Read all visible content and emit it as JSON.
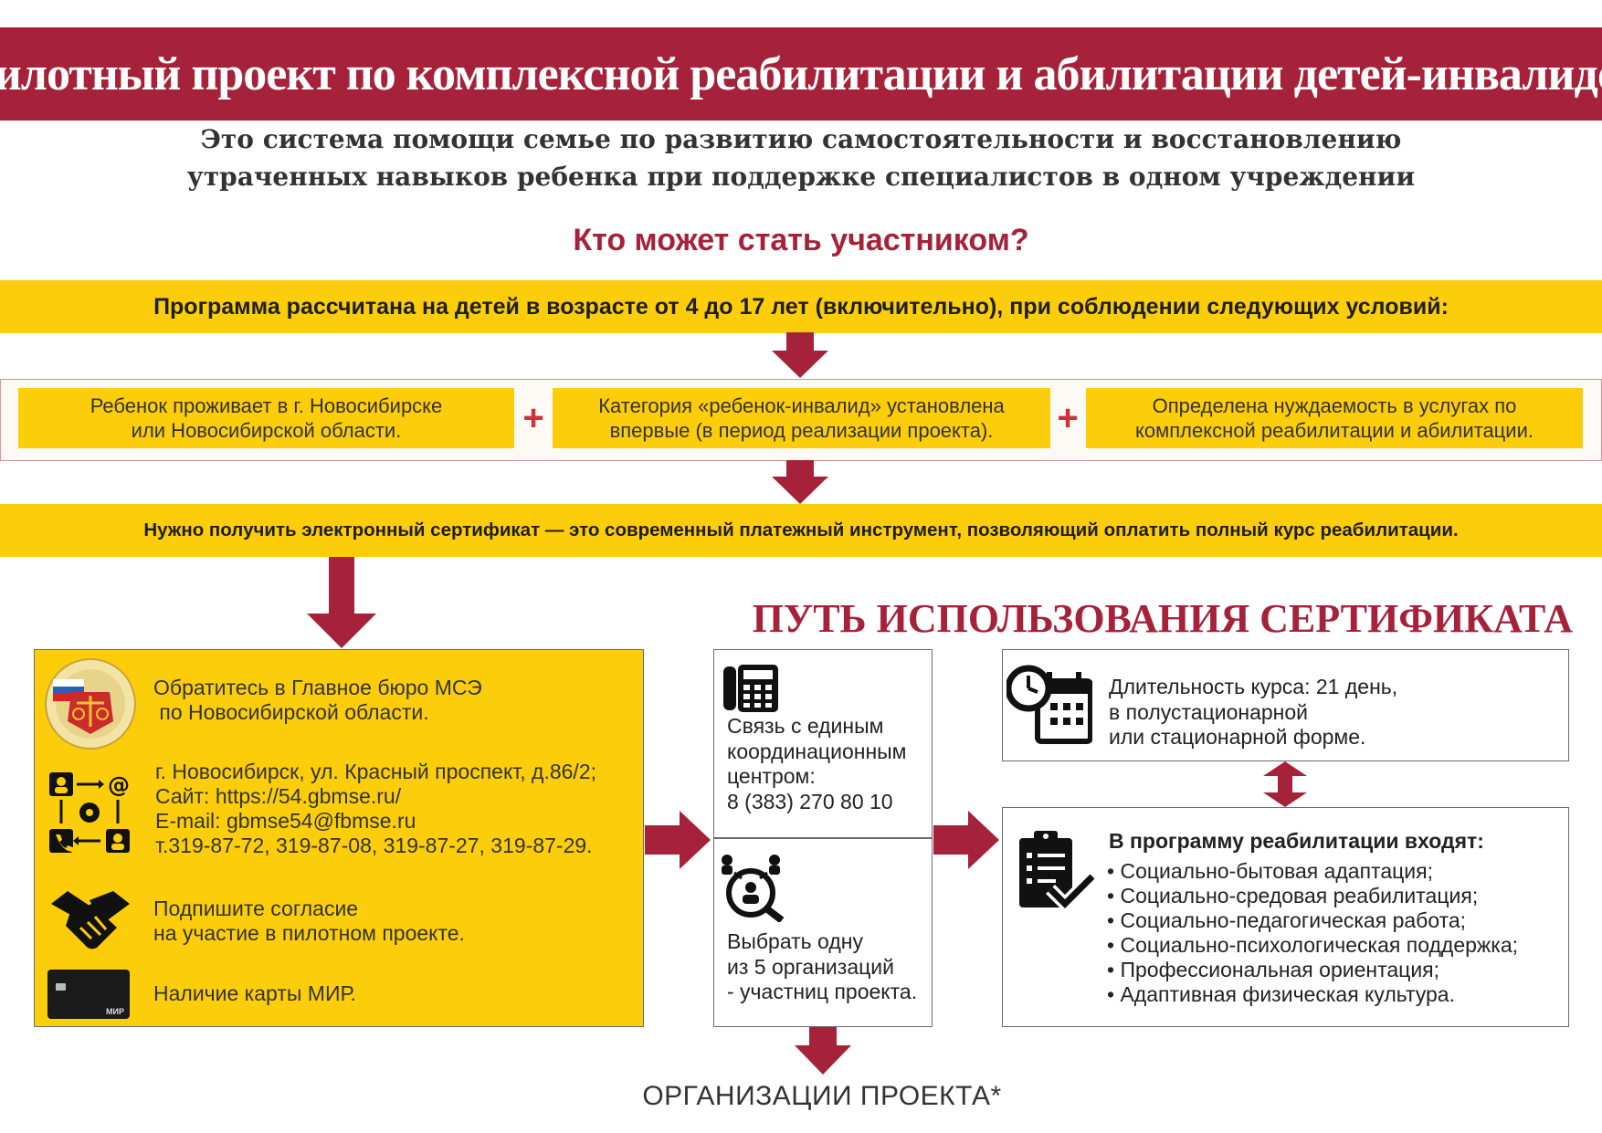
{
  "header": {
    "title": "Пилотный проект по комплексной реабилитации и абилитации детей-инвалидов",
    "subtitle_line1": "Это система помощи семье по развитию самостоятельности и восстановлению",
    "subtitle_line2": "утраченных навыков ребенка при поддержке специалистов в одном учреждении"
  },
  "participants": {
    "question": "Кто может стать участником?",
    "program_banner": "Программа рассчитана на детей в возрасте от 4 до 17 лет (включительно), при соблюдении следующих условий:",
    "conditions": [
      {
        "line1": "Ребенок проживает в г. Новосибирске",
        "line2": "или Новосибирской области."
      },
      {
        "line1": "Категория «ребенок-инвалид» установлена",
        "line2": "впервые (в период реализации проекта)."
      },
      {
        "line1": "Определена нуждаемость в услугах по",
        "line2": "комплексной реабилитации и абилитации."
      }
    ],
    "plus_sign": "+",
    "certificate_banner": "Нужно получить электронный сертификат — это современный платежный инструмент, позволяющий оплатить полный курс реабилитации."
  },
  "mse": {
    "contact_line1": "Обратитесь в Главное бюро МСЭ",
    "contact_line2": " по Новосибирской области.",
    "address": "г. Новосибирск, ул. Красный проспект, д.86/2;",
    "site": "Сайт: https://54.gbmse.ru/",
    "email": "E-mail: gbmse54@fbmse.ru",
    "phones": "т.319-87-72, 319-87-08, 319-87-27, 319-87-29.",
    "consent_line1": "Подпишите согласие",
    "consent_line2": "на участие в пилотном проекте.",
    "card": "Наличие карты МИР.",
    "card_logo_text": "МИР"
  },
  "path": {
    "title": "ПУТЬ ИСПОЛЬЗОВАНИЯ СЕРТИФИКАТА",
    "coordination": [
      "Связь с единым",
      "координационным",
      "центром:",
      "8 (383) 270 80 10"
    ],
    "choose": [
      "Выбрать одну",
      "из 5 организаций",
      "- участниц проекта."
    ],
    "duration": [
      "Длительность курса: 21 день,",
      "в полустационарной",
      "или стационарной форме."
    ],
    "program_title": "В программу реабилитации входят:",
    "program_items": [
      "Социально-бытовая адаптация;",
      "Социально-средовая реабилитация;",
      "Социально-педагогическая работа;",
      "Социально-психологическая поддержка;",
      "Профессиональная ориентация;",
      "Адаптивная физическая культура."
    ]
  },
  "footer": {
    "organizations": "ОРГАНИЗАЦИИ ПРОЕКТА*"
  },
  "colors": {
    "brand_red": "#a5223a",
    "yellow": "#fccd0a",
    "plus_red": "#d0303a"
  }
}
